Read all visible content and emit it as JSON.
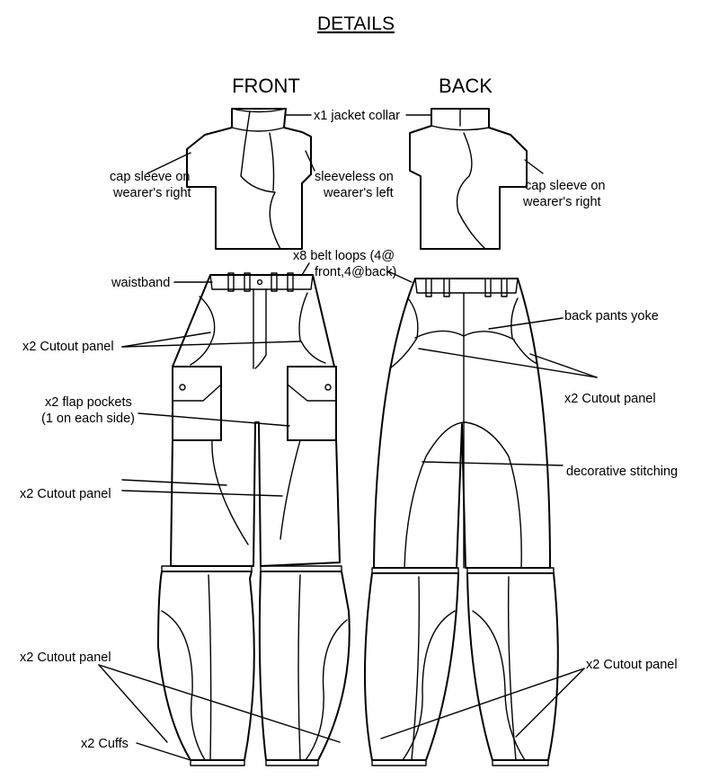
{
  "title": "DETAILS",
  "views": {
    "front": "FRONT",
    "back": "BACK"
  },
  "labels": {
    "jacket_collar": "x1 jacket collar",
    "cap_sleeve_right_1": "cap sleeve on",
    "cap_sleeve_right_2": "wearer's right",
    "sleeveless_left_1": "sleeveless on",
    "sleeveless_left_2": "wearer's left",
    "back_cap_sleeve_1": "cap sleeve on",
    "back_cap_sleeve_2": "wearer's right",
    "belt_loops_1": "x8 belt loops (4@",
    "belt_loops_2": "front,4@back)",
    "waistband": "waistband",
    "cutout_upper_front": "x2 Cutout panel",
    "flap_pockets_1": "x2 flap pockets",
    "flap_pockets_2": "(1 on each side)",
    "cutout_mid_front": "x2 Cutout panel",
    "back_yoke": "back pants yoke",
    "cutout_back_upper": "x2 Cutout panel",
    "decorative_stitching": "decorative stitching",
    "cutout_lower_front": "x2 Cutout panel",
    "cutout_lower_back": "x2 Cutout panel",
    "cuffs": "x2 Cuffs"
  }
}
